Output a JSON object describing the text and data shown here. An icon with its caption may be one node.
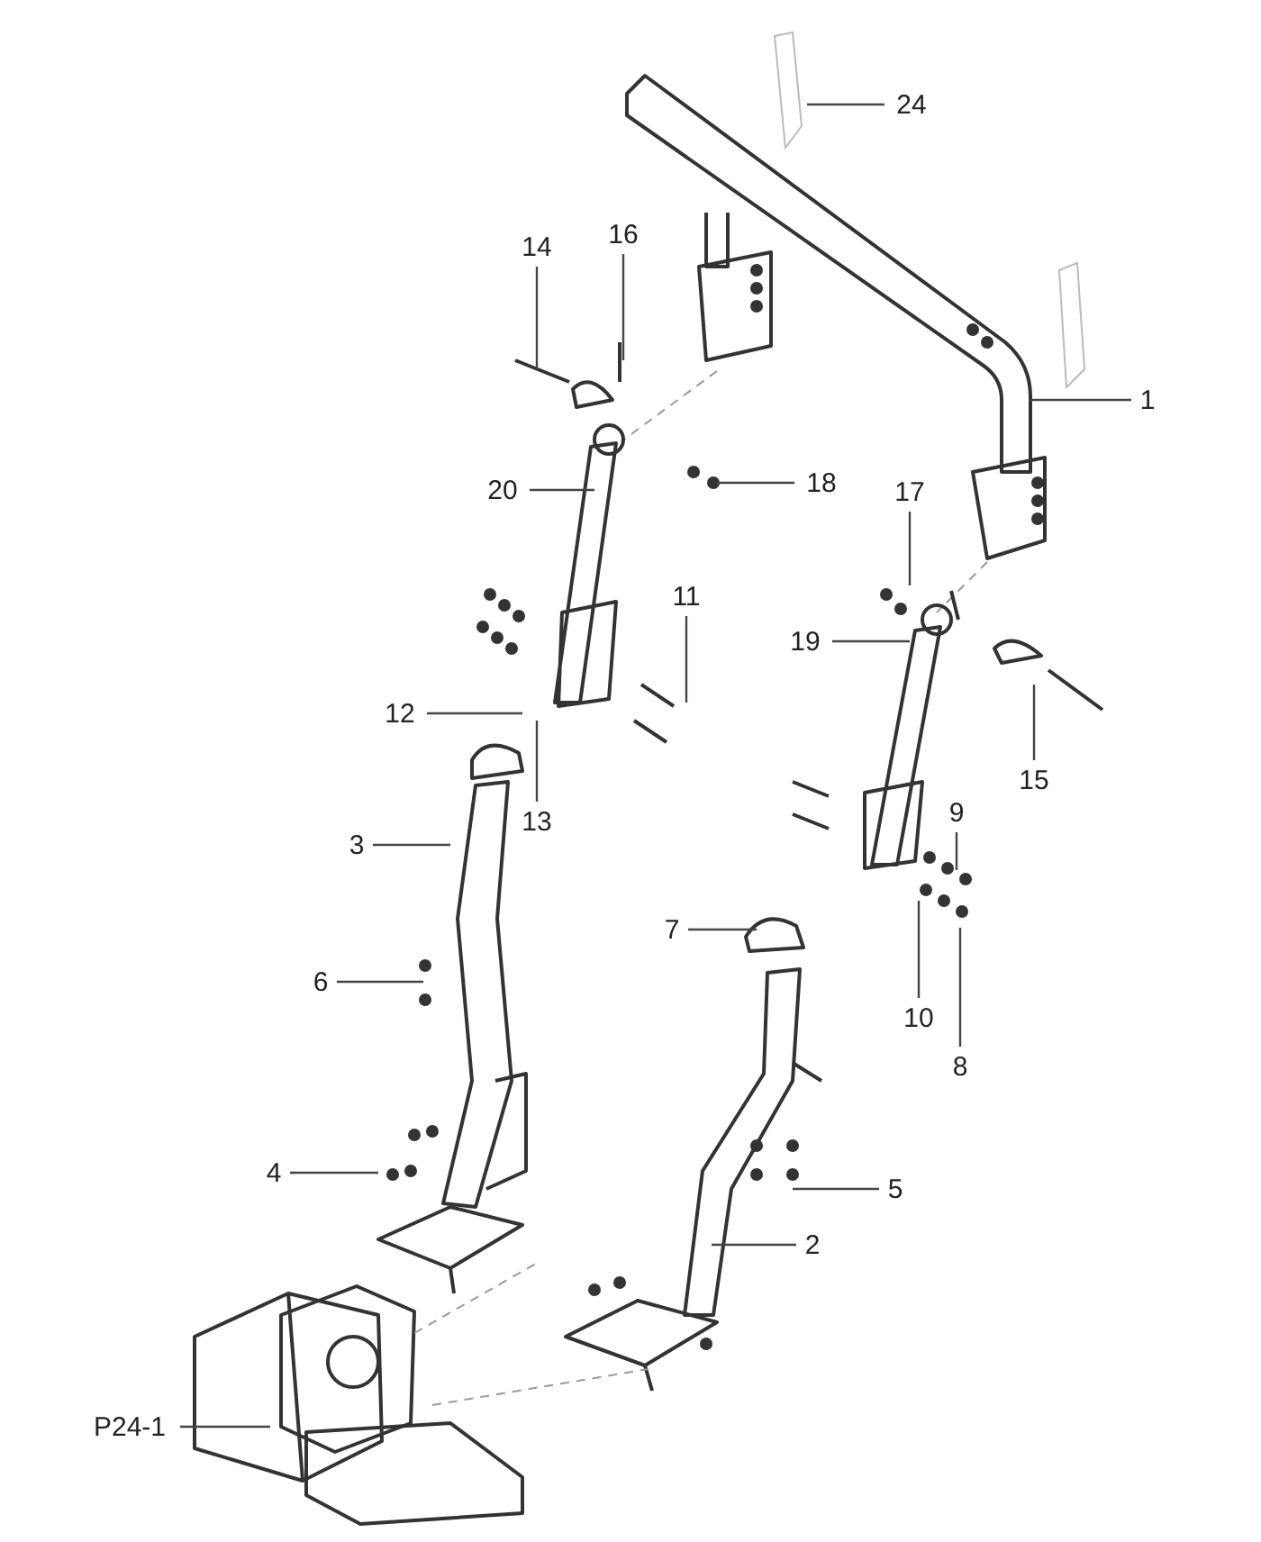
{
  "diagram": {
    "nodes": [
      {
        "text": [
          "24"
        ]
      },
      {
        "text": [
          "14"
        ]
      },
      {
        "text": [
          "16"
        ]
      },
      {
        "text": [
          "1"
        ]
      },
      {
        "text": [
          "20"
        ]
      },
      {
        "text": [
          "18"
        ]
      },
      {
        "text": [
          "17"
        ]
      },
      {
        "text": [
          "11"
        ]
      },
      {
        "text": [
          "19"
        ]
      },
      {
        "text": [
          "12"
        ]
      },
      {
        "text": [
          "13"
        ]
      },
      {
        "text": [
          "15"
        ]
      },
      {
        "text": [
          "3"
        ]
      },
      {
        "text": [
          "9"
        ]
      },
      {
        "text": [
          "7"
        ]
      },
      {
        "text": [
          "6"
        ]
      },
      {
        "text": [
          "10"
        ]
      },
      {
        "text": [
          "8"
        ]
      },
      {
        "text": [
          "4"
        ]
      },
      {
        "text": [
          "5"
        ]
      },
      {
        "text": [
          "2"
        ]
      },
      {
        "text": [
          "P24-1"
        ]
      }
    ],
    "edges": [
      {
        "from": 0,
        "to": null,
        "arrow": "none"
      },
      {
        "from": 1,
        "to": null,
        "arrow": "none"
      },
      {
        "from": 2,
        "to": null,
        "arrow": "none"
      },
      {
        "from": 3,
        "to": null,
        "arrow": "none"
      },
      {
        "from": 4,
        "to": null,
        "arrow": "none"
      },
      {
        "from": 5,
        "to": null,
        "arrow": "none"
      },
      {
        "from": 6,
        "to": null,
        "arrow": "none"
      },
      {
        "from": 7,
        "to": null,
        "arrow": "none"
      },
      {
        "from": 8,
        "to": null,
        "arrow": "none"
      },
      {
        "from": 9,
        "to": null,
        "arrow": "none"
      },
      {
        "from": 10,
        "to": null,
        "arrow": "none"
      },
      {
        "from": 11,
        "to": null,
        "arrow": "none"
      },
      {
        "from": 12,
        "to": null,
        "arrow": "none"
      },
      {
        "from": 13,
        "to": null,
        "arrow": "none"
      },
      {
        "from": 14,
        "to": null,
        "arrow": "none"
      },
      {
        "from": 15,
        "to": null,
        "arrow": "none"
      },
      {
        "from": 16,
        "to": null,
        "arrow": "none"
      },
      {
        "from": 17,
        "to": null,
        "arrow": "none"
      },
      {
        "from": 18,
        "to": null,
        "arrow": "none"
      },
      {
        "from": 19,
        "to": null,
        "arrow": "none"
      },
      {
        "from": 20,
        "to": null,
        "arrow": "none"
      },
      {
        "from": 21,
        "to": null,
        "arrow": "none"
      }
    ]
  }
}
